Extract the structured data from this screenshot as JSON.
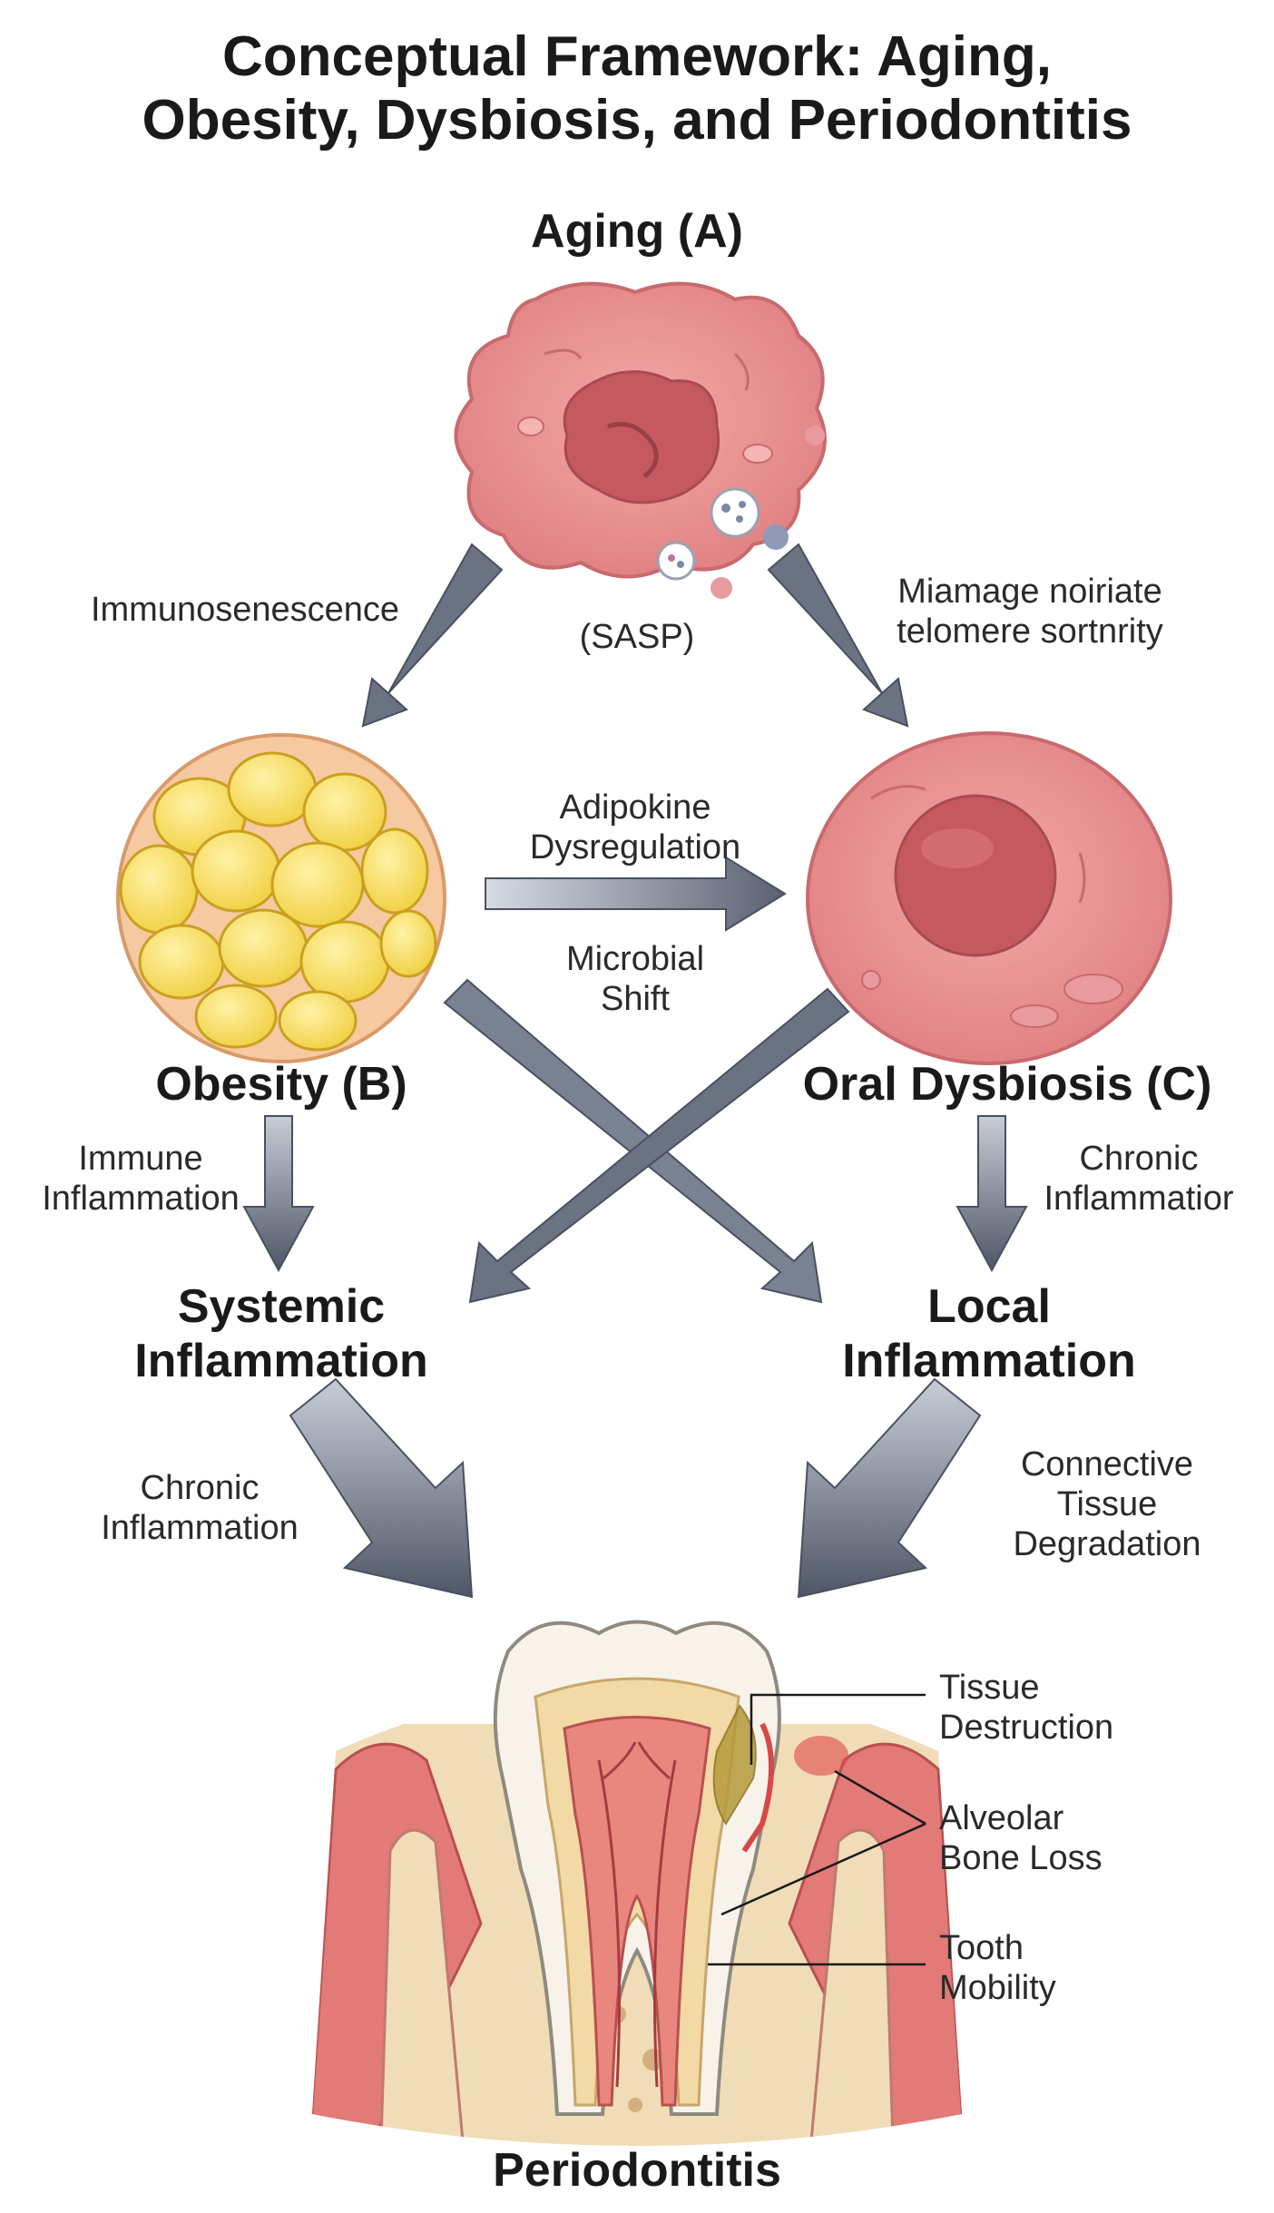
{
  "title": {
    "line1": "Conceptual Framework: Aging,",
    "line2": "Obesity, Dysbiosis, and Periodontitis"
  },
  "nodes": {
    "aging": "Aging (A)",
    "obesity": "Obesity (B)",
    "dysbiosis": "Oral Dysbiosis (C)",
    "systemic_line1": "Systemic",
    "systemic_line2": "Inflammation",
    "local_line1": "Local",
    "local_line2": "Inflammation",
    "periodontitis": "Periodontitis"
  },
  "edge_labels": {
    "immunosenescence": "Immunosenescence",
    "sasp": "(SASP)",
    "telomere_line1": "Miamage noiriate",
    "telomere_line2": "telomere sortnrity",
    "adipokine_line1": "Adipokine",
    "adipokine_line2": "Dysregulation",
    "microbial_line1": "Microbial",
    "microbial_line2": "Shift",
    "immune_line1": "Immune",
    "immune_line2": "Inflammation",
    "chronic_right_line1": "Chronic",
    "chronic_right_line2": "Inflammatior",
    "chronic_left_line1": "Chronic",
    "chronic_left_line2": "Inflammation",
    "connective_line1": "Connective",
    "connective_line2": "Tissue",
    "connective_line3": "Degradation"
  },
  "tooth_labels": {
    "tissue_line1": "Tissue",
    "tissue_line2": "Destruction",
    "bone_line1": "Alveolar",
    "bone_line2": "Bone Loss",
    "mobility_line1": "Tooth",
    "mobility_line2": "Mobility"
  },
  "colors": {
    "cell_pink": "#e8898b",
    "nucleus": "#c45a60",
    "fat_yellow": "#f6dc5c",
    "arrow_grey": "#6b7282",
    "gum_red": "#e06b6b",
    "bone_tan": "#f0dcb6",
    "enamel": "#f7f3ea"
  }
}
